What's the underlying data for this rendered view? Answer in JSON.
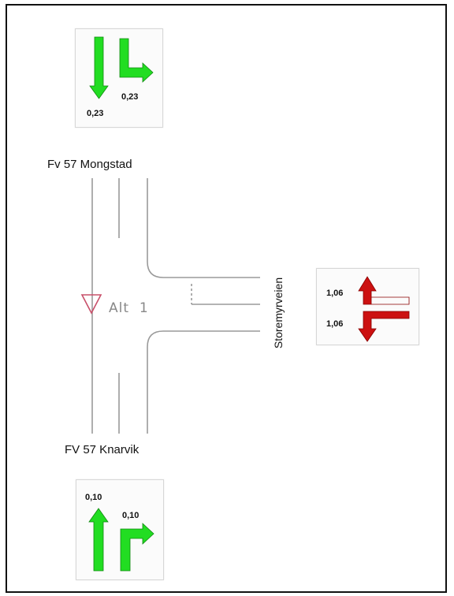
{
  "roads": {
    "north": "Fv 57 Mongstad",
    "south": "FV 57 Knarvik",
    "east": "Storemyrveien"
  },
  "alternative": "Alt  1",
  "panels": {
    "north": {
      "straight_ratio": "0,23",
      "turn_ratio": "0,23",
      "arrow_color": "#22dd22"
    },
    "east": {
      "upper_ratio": "1,06",
      "lower_ratio": "1,06",
      "arrow_color": "#cc1111"
    },
    "south": {
      "straight_ratio": "0,10",
      "turn_ratio": "0,10",
      "arrow_color": "#22dd22"
    }
  },
  "colors": {
    "yield_sign": "#c8506a",
    "road_lines": "#9a9a9a"
  },
  "icons": [
    "arrow-down-icon",
    "arrow-down-right-icon",
    "arrow-up-left-icon",
    "arrow-down-left-icon",
    "arrow-up-icon",
    "arrow-up-right-icon",
    "yield-sign-icon"
  ]
}
